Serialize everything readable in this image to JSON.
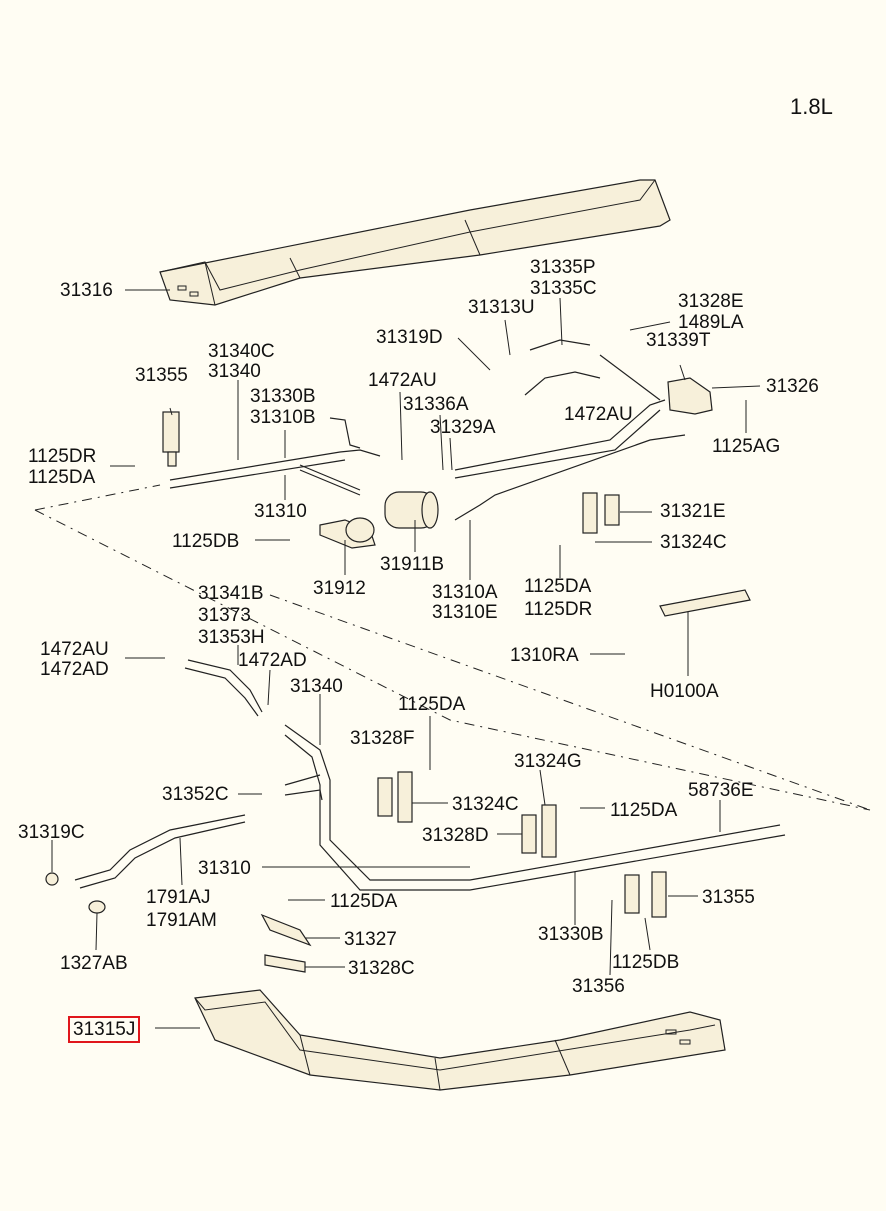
{
  "engine_label": "1.8L",
  "labels": [
    "31316",
    "31335P",
    "31335C",
    "31313U",
    "31328E",
    "1489LA",
    "31319D",
    "31339T",
    "31340C",
    "31340",
    "31355",
    "1472AU",
    "31336A",
    "31326",
    "31330B",
    "31310B",
    "1472AU",
    "31329A",
    "1125AG",
    "1125DR",
    "1125DA",
    "31310",
    "31321E",
    "1125DB",
    "31324C",
    "31912",
    "31911B",
    "31310A",
    "31310E",
    "1125DA",
    "1125DR",
    "31341B",
    "31373",
    "31353H",
    "1472AU",
    "1472AD",
    "1472AD",
    "1310RA",
    "31340",
    "H0100A",
    "1125DA",
    "31328F",
    "31324G",
    "58736E",
    "31352C",
    "31324C",
    "1125DA",
    "31319C",
    "31328D",
    "31310",
    "1791AJ",
    "1791AM",
    "1125DA",
    "31355",
    "1327AB",
    "31327",
    "31330B",
    "1125DB",
    "31328C",
    "31356",
    "31315J"
  ],
  "highlighted_part": "31315J"
}
